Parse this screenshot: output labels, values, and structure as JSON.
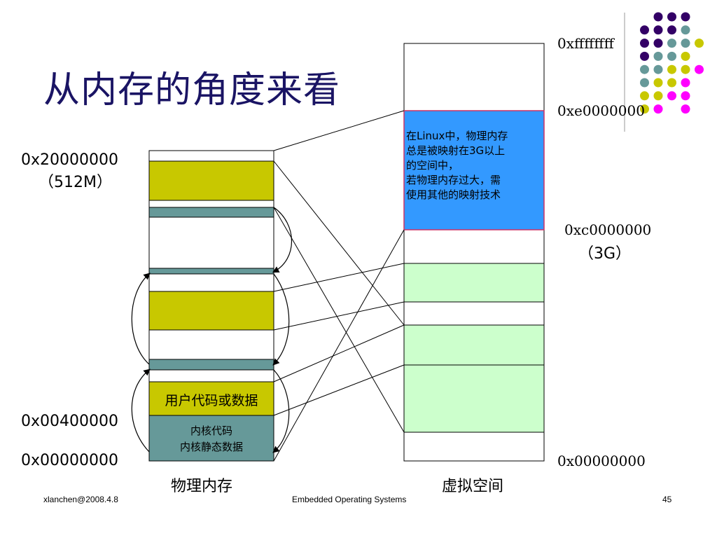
{
  "title": "从内存的角度来看",
  "physical": {
    "top_addr": "0x20000000",
    "top_size": "（512M）",
    "mid_addr": "0x00400000",
    "bottom_addr": "0x00000000",
    "user_block": "用户代码或数据",
    "kernel_code": "内核代码",
    "kernel_static": "内核静态数据",
    "caption": "物理内存"
  },
  "virtual": {
    "addr_top": "0xffffffff",
    "addr_e": "0xe0000000",
    "addr_c": "0xc0000000",
    "addr_c_size": "（3G）",
    "addr_bottom": "0x00000000",
    "caption": "虚拟空间",
    "note_lines": [
      "在Linux中，物理内存",
      "总是被映射在3G以上",
      "的空间中，",
      "若物理内存过大，需",
      "使用其他的映射技术"
    ]
  },
  "footer": {
    "left": "xlanchen@2008.4.8",
    "center": "Embedded Operating Systems",
    "page": "45"
  },
  "colors": {
    "title": "#1a1464",
    "yellow": "#c8c800",
    "teal": "#669999",
    "light_green": "#ccffcc",
    "blue": "#3399ff",
    "purple": "#330066",
    "magenta": "#ff00ff"
  }
}
